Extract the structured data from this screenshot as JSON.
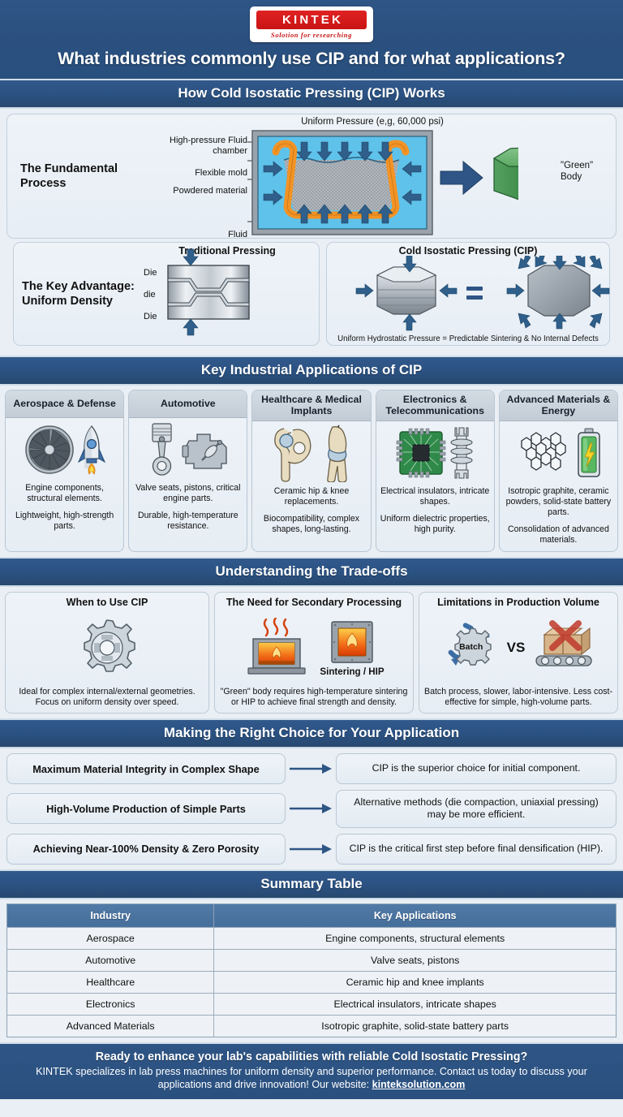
{
  "header": {
    "logo_text": "KINTEK",
    "logo_tagline": "Solotion for researching",
    "title": "What industries commonly use CIP and for what applications?"
  },
  "section_how": {
    "heading": "How Cold Isostatic Pressing (CIP) Works",
    "fundamental": {
      "label": "The Fundamental Process",
      "pressure_caption": "Uniform Pressure (e,g, 60,000 psi)",
      "callouts": [
        "High-pressure Fluid chamber",
        "Flexible mold",
        "Powdered material",
        "Fluid"
      ],
      "output_label": "\"Green\" Body"
    },
    "advantage": {
      "label": "The Key Advantage: Uniform Density",
      "traditional_title": "Traditional Pressing",
      "die_labels": [
        "Die",
        "die",
        "Die"
      ],
      "cip_title": "Cold Isostatic Pressing (CIP)",
      "cip_note": "Uniform Hydrostatic Pressure = Predictable Sintering & No Internal Defects",
      "equals": "="
    }
  },
  "section_apps": {
    "heading": "Key Industrial Applications of CIP",
    "cards": [
      {
        "title": "Aerospace & Defense",
        "icons": [
          "turbine-fan-icon",
          "rocket-icon"
        ],
        "line1": "Engine components, structural elements.",
        "line2": "Lightweight, high-strength parts."
      },
      {
        "title": "Automotive",
        "icons": [
          "piston-icon",
          "engine-icon"
        ],
        "line1": "Valve seats, pistons, critical engine parts.",
        "line2": "Durable, high-temperature resistance."
      },
      {
        "title": "Healthcare & Medical Implants",
        "icons": [
          "hip-implant-icon",
          "knee-implant-icon"
        ],
        "line1": "Ceramic hip & knee replacements.",
        "line2": "Biocompatibility, complex shapes, long-lasting."
      },
      {
        "title": "Electronics & Telecommunications",
        "icons": [
          "circuit-chip-icon",
          "insulator-icon"
        ],
        "line1": "Electrical insulators, intricate shapes.",
        "line2": "Uniform dielectric properties, high purity."
      },
      {
        "title": "Advanced Materials & Energy",
        "icons": [
          "graphene-lattice-icon",
          "battery-icon"
        ],
        "line1": "Isotropic graphite, ceramic powders, solid-state battery parts.",
        "line2": "Consolidation of advanced materials."
      }
    ]
  },
  "section_trade": {
    "heading": "Understanding the Trade-offs",
    "cards": [
      {
        "title": "When to Use CIP",
        "text": "Ideal for complex internal/external geometries. Focus on uniform density over speed."
      },
      {
        "title": "The Need for Secondary Processing",
        "icon_label": "Sintering / HIP",
        "text": "\"Green\" body requires high-temperature sintering or HIP to achieve final strength and density."
      },
      {
        "title": "Limitations in Production Volume",
        "batch_label": "Batch",
        "vs_label": "VS",
        "text": "Batch process, slower, labor-intensive. Less cost-effective for simple, high-volume parts."
      }
    ]
  },
  "section_choice": {
    "heading": "Making the Right Choice for Your Application",
    "rows": [
      {
        "condition": "Maximum Material Integrity in Complex Shape",
        "result": "CIP is the superior choice for initial component."
      },
      {
        "condition": "High-Volume Production of Simple Parts",
        "result": "Alternative methods (die compaction, uniaxial pressing) may be more efficient."
      },
      {
        "condition": "Achieving Near-100% Density & Zero Porosity",
        "result": "CIP is the critical first step before final densification (HIP)."
      }
    ]
  },
  "section_table": {
    "heading": "Summary Table",
    "columns": [
      "Industry",
      "Key Applications"
    ],
    "rows": [
      [
        "Aerospace",
        "Engine components, structural elements"
      ],
      [
        "Automotive",
        "Valve seats, pistons"
      ],
      [
        "Healthcare",
        "Ceramic hip and knee implants"
      ],
      [
        "Electronics",
        "Electrical insulators, intricate shapes"
      ],
      [
        "Advanced Materials",
        "Isotropic graphite, solid-state battery parts"
      ]
    ]
  },
  "footer": {
    "headline": "Ready to enhance your lab's capabilities with reliable Cold Isostatic Pressing?",
    "body_prefix": "KINTEK specializes in lab press machines for uniform density and superior performance. Contact us today to discuss your applications and drive innovation! Our website: ",
    "website": "kinteksolution.com"
  },
  "colors": {
    "brand_blue": "#2b5283",
    "brand_red": "#c91414",
    "table_header": "#4a73a0",
    "accent_arrow": "#2e5585",
    "green_body": "#4a9b57"
  }
}
